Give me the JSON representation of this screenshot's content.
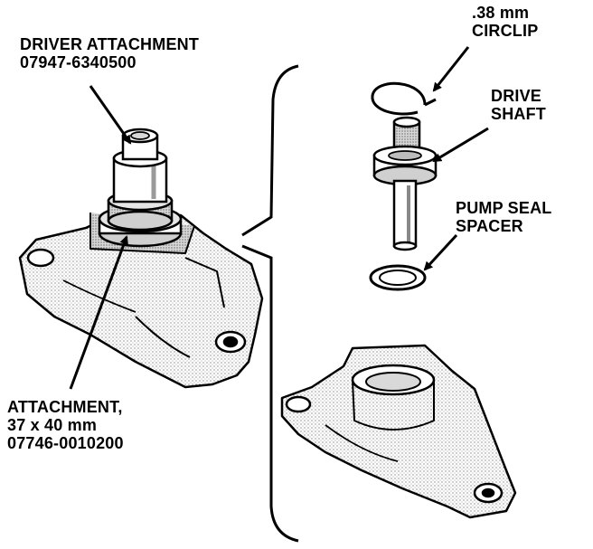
{
  "labels": {
    "driver_attachment": {
      "line1": "DRIVER ATTACHMENT",
      "line2": "07947-6340500"
    },
    "circlip": {
      "line1": ".38 mm",
      "line2": "CIRCLIP"
    },
    "drive_shaft": {
      "line1": "DRIVE",
      "line2": "SHAFT"
    },
    "pump_seal_spacer": {
      "line1": "PUMP SEAL",
      "line2": "SPACER"
    },
    "attachment": {
      "line1": "ATTACHMENT,",
      "line2": "37 x 40 mm",
      "line3": "07746-0010200"
    }
  },
  "colors": {
    "ink": "#000000",
    "paper": "#ffffff",
    "shade": "#bdbdbd",
    "light": "#e6e6e6"
  }
}
